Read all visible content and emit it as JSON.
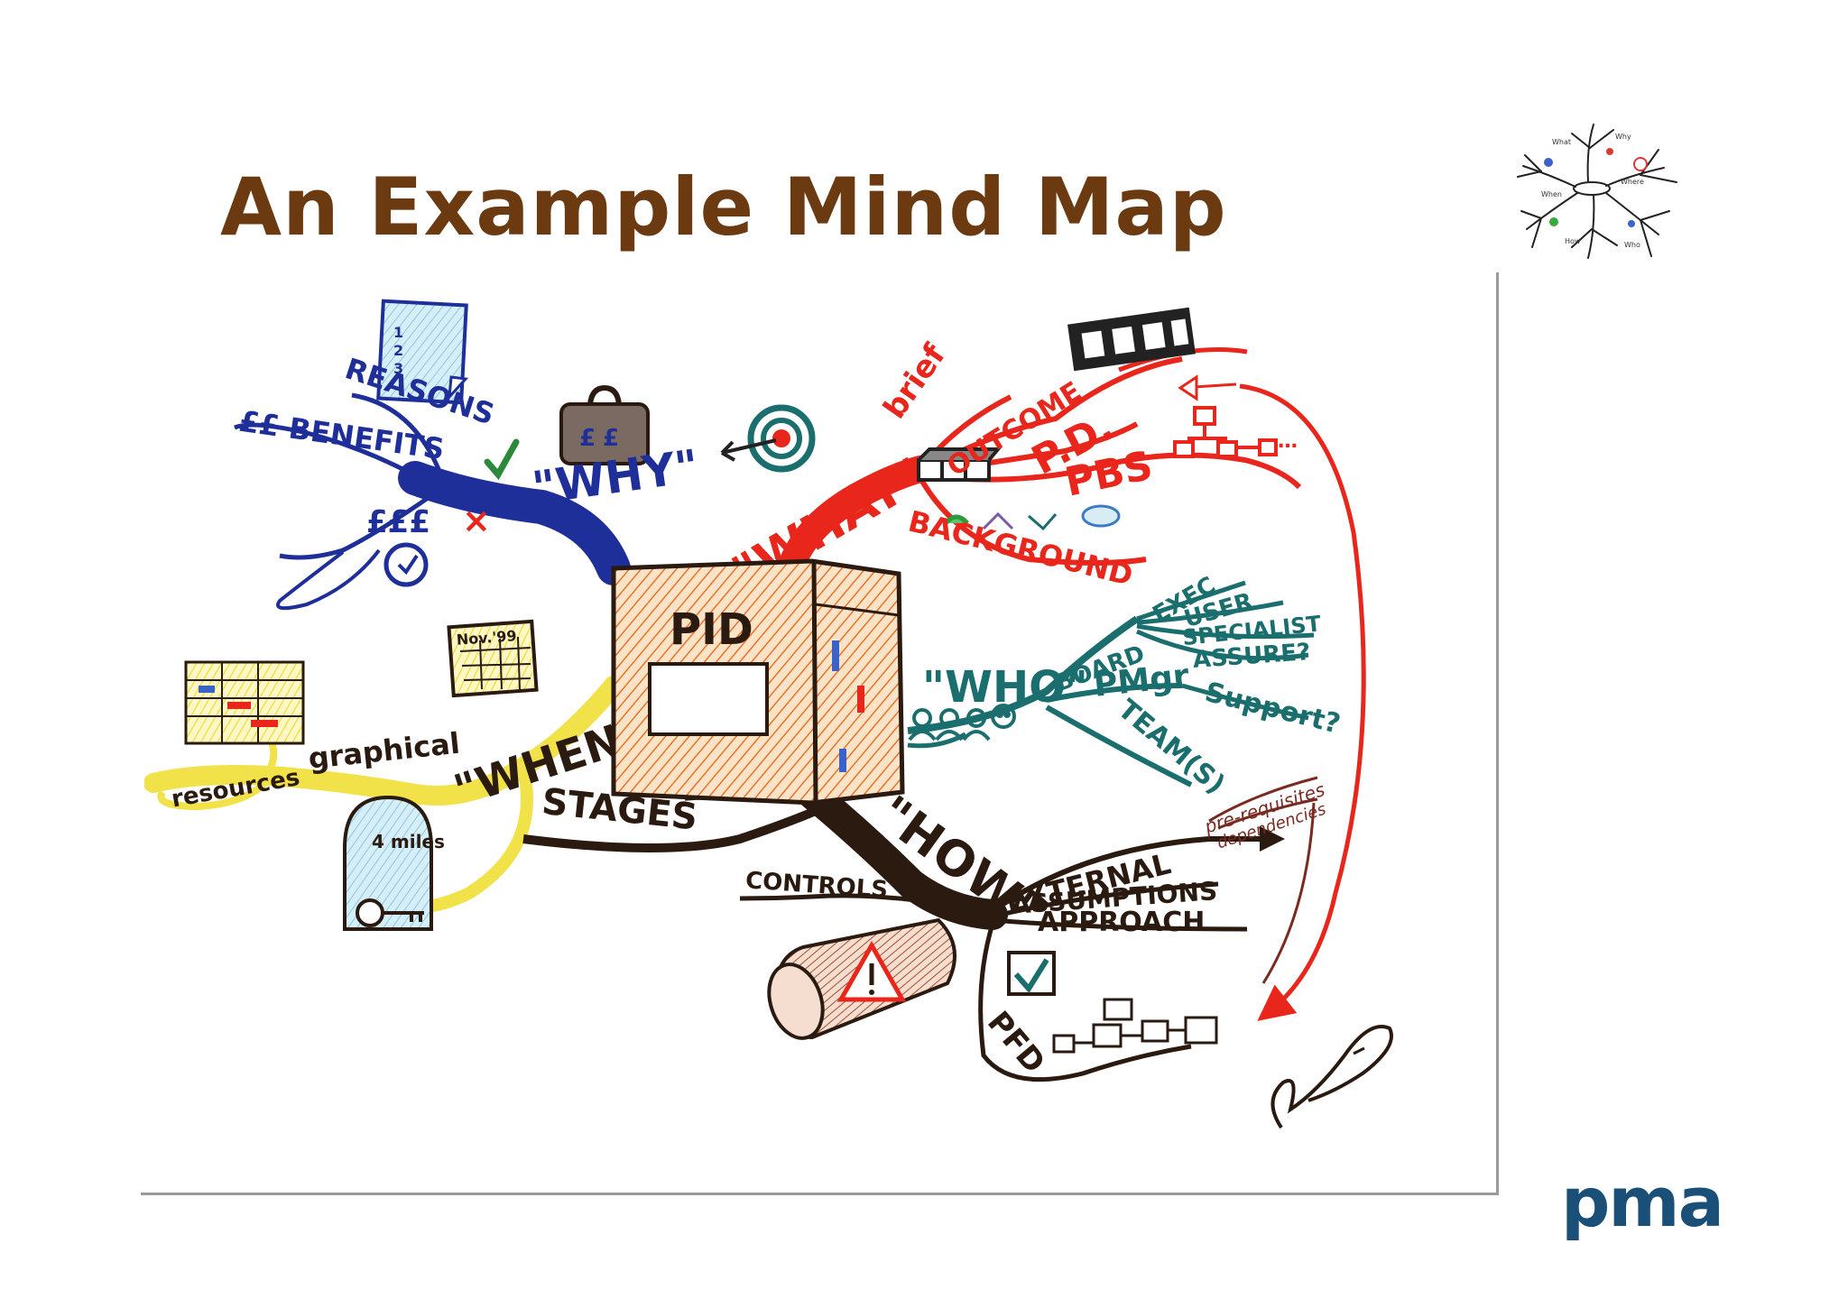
{
  "title": "An Example Mind Map",
  "logo_text": "pma",
  "center": {
    "label": "PID"
  },
  "branches": {
    "why": {
      "label": "\"WHY\"",
      "color": "#1f2f9a",
      "items": [
        "REASONS",
        "££ BENEFITS",
        "£££"
      ],
      "marks": [
        "1",
        "2",
        "3",
        "£",
        "£",
        "×"
      ]
    },
    "what": {
      "label": "\"WHAT\"",
      "color": "#e8261c",
      "items": [
        "brief",
        "OUTCOME",
        "P.D.",
        "PBS",
        "BACKGROUND"
      ]
    },
    "who": {
      "label": "\"WHO\"",
      "color": "#1a6e6e",
      "items": [
        "BOARD",
        "EXEC",
        "USER",
        "SPECIALIST",
        "ASSURE?",
        "PMgr",
        "Support?",
        "TEAM(S)"
      ]
    },
    "how": {
      "label": "\"HOW\"",
      "color": "#2a1a10",
      "items": [
        "STAGES",
        "CONTROLS",
        "EXTERNAL",
        "ASSUMPTIONS",
        "APPROACH",
        "PFD",
        "pre-requisites",
        "dependencies"
      ]
    },
    "when": {
      "label": "\"WHEN\"",
      "color": "#f2e24a",
      "items": [
        "graphical",
        "resources"
      ],
      "calendar": "Nov.'99",
      "milestone": "4 miles"
    }
  },
  "thumbnail": {
    "center": "",
    "labels": [
      "When",
      "Where",
      "What",
      "Why",
      "How",
      "Who"
    ]
  }
}
